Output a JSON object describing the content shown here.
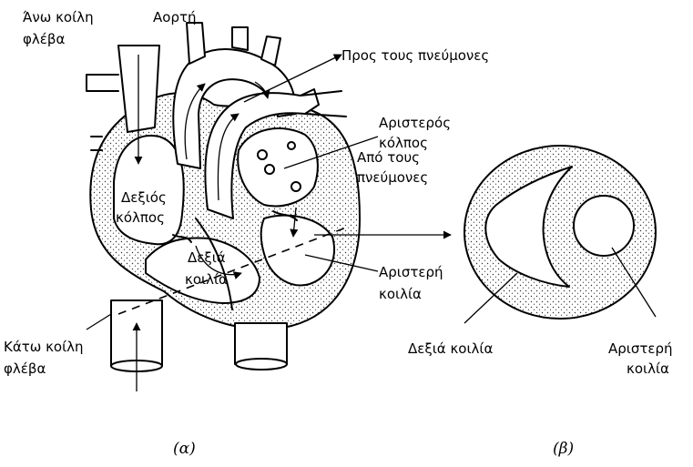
{
  "labels": {
    "superior_vena_cava_line1": "Άνω κοίλη",
    "superior_vena_cava_line2": "φλέβα",
    "aorta": "Αορτή",
    "to_lungs": "Προς τους πνεύμονες",
    "left_atrium_line1": "Αριστερός",
    "left_atrium_line2": "κόλπος",
    "from_lungs_line1": "Από τους",
    "from_lungs_line2": "πνεύμονες",
    "right_atrium_line1": "Δεξιός",
    "right_atrium_line2": "κόλπος",
    "right_ventricle_a_line1": "Δεξιά",
    "right_ventricle_a_line2": "κοιλία",
    "left_ventricle_a_line1": "Αριστερή",
    "left_ventricle_a_line2": "κοιλία",
    "inferior_vena_cava_line1": "Κάτω κοίλη",
    "inferior_vena_cava_line2": "φλέβα",
    "right_ventricle_b": "Δεξιά κοιλία",
    "left_ventricle_b_line1": "Αριστερή",
    "left_ventricle_b_line2": "κοιλία"
  },
  "captions": {
    "a": "(α)",
    "b": "(β)"
  }
}
